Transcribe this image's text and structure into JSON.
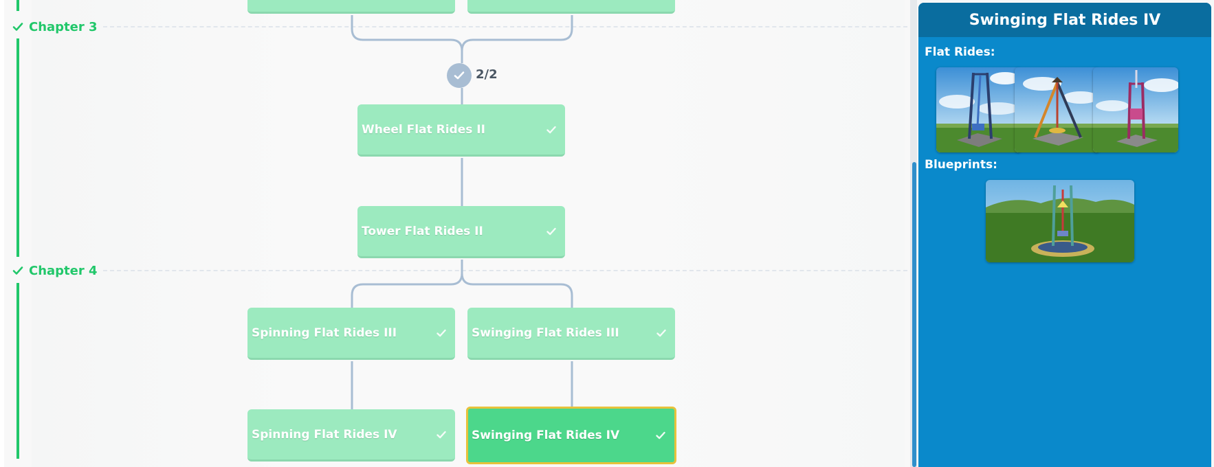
{
  "chapters": [
    {
      "label": "Chapter 3"
    },
    {
      "label": "Chapter 4"
    }
  ],
  "progress": {
    "count": "2/2"
  },
  "nodes": [
    {
      "label": ""
    },
    {
      "label": ""
    },
    {
      "label": "Wheel Flat Rides II"
    },
    {
      "label": "Tower Flat Rides II"
    },
    {
      "label": "Spinning Flat Rides III"
    },
    {
      "label": "Swinging Flat Rides III"
    },
    {
      "label": "Spinning Flat Rides IV"
    },
    {
      "label": "Swinging Flat Rides IV"
    }
  ],
  "panel": {
    "title": "Swinging Flat Rides IV",
    "flat_rides_label": "Flat Rides:",
    "blueprints_label": "Blueprints:"
  },
  "colors": {
    "chapter_green": "#21c76a",
    "node_completed": "#9ceabf",
    "node_selected": "#4cd78b",
    "selected_border": "#e7c23b",
    "panel_bg": "#0a89cb",
    "panel_header": "#0a6d9f",
    "connector": "#a8bdd3"
  }
}
